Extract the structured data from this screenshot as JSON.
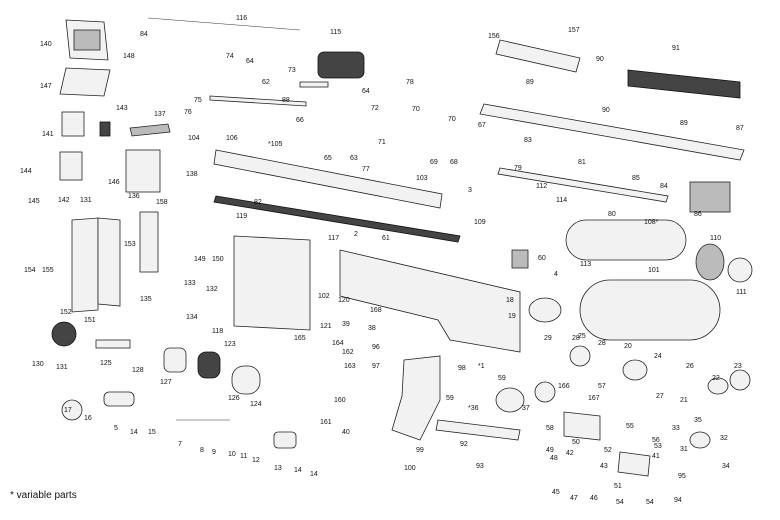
{
  "footnote": "* variable parts",
  "parts": [
    {
      "id": "p140",
      "label": "140"
    },
    {
      "id": "p148",
      "label": "148"
    },
    {
      "id": "p147",
      "label": "147"
    },
    {
      "id": "p143",
      "label": "143"
    },
    {
      "id": "p141",
      "label": "141"
    },
    {
      "id": "p144",
      "label": "144"
    },
    {
      "id": "p145",
      "label": "145"
    },
    {
      "id": "p142",
      "label": "142"
    },
    {
      "id": "p146",
      "label": "146"
    },
    {
      "id": "p137",
      "label": "137"
    },
    {
      "id": "p138",
      "label": "138"
    },
    {
      "id": "p136",
      "label": "136"
    },
    {
      "id": "p131a",
      "label": "131"
    },
    {
      "id": "p158",
      "label": "158"
    },
    {
      "id": "p153",
      "label": "153"
    },
    {
      "id": "p154",
      "label": "154"
    },
    {
      "id": "p155",
      "label": "155"
    },
    {
      "id": "p152",
      "label": "152"
    },
    {
      "id": "p151",
      "label": "151"
    },
    {
      "id": "p130",
      "label": "130"
    },
    {
      "id": "p131b",
      "label": "131"
    },
    {
      "id": "p84a",
      "label": "84"
    },
    {
      "id": "p116",
      "label": "116"
    },
    {
      "id": "p74",
      "label": "74"
    },
    {
      "id": "p64a",
      "label": "64"
    },
    {
      "id": "p73",
      "label": "73"
    },
    {
      "id": "p62",
      "label": "62"
    },
    {
      "id": "p115",
      "label": "115"
    },
    {
      "id": "p88",
      "label": "88"
    },
    {
      "id": "p64b",
      "label": "64"
    },
    {
      "id": "p78",
      "label": "78"
    },
    {
      "id": "p75",
      "label": "75"
    },
    {
      "id": "p76",
      "label": "76"
    },
    {
      "id": "p106",
      "label": "106"
    },
    {
      "id": "p104",
      "label": "104"
    },
    {
      "id": "p105",
      "label": "*105"
    },
    {
      "id": "p66",
      "label": "66"
    },
    {
      "id": "p65",
      "label": "65"
    },
    {
      "id": "p63",
      "label": "63"
    },
    {
      "id": "p72",
      "label": "72"
    },
    {
      "id": "p70a",
      "label": "70"
    },
    {
      "id": "p71",
      "label": "71"
    },
    {
      "id": "p70b",
      "label": "70"
    },
    {
      "id": "p69",
      "label": "69"
    },
    {
      "id": "p67",
      "label": "67"
    },
    {
      "id": "p68",
      "label": "68"
    },
    {
      "id": "p77",
      "label": "77"
    },
    {
      "id": "p103",
      "label": "103"
    },
    {
      "id": "p82",
      "label": "82"
    },
    {
      "id": "p156",
      "label": "156"
    },
    {
      "id": "p157",
      "label": "157"
    },
    {
      "id": "p90a",
      "label": "90"
    },
    {
      "id": "p91",
      "label": "91"
    },
    {
      "id": "p89a",
      "label": "89"
    },
    {
      "id": "p90b",
      "label": "90"
    },
    {
      "id": "p83",
      "label": "83"
    },
    {
      "id": "p89b",
      "label": "89"
    },
    {
      "id": "p87",
      "label": "87"
    },
    {
      "id": "p79",
      "label": "79"
    },
    {
      "id": "p81",
      "label": "81"
    },
    {
      "id": "p85",
      "label": "85"
    },
    {
      "id": "p84b",
      "label": "84"
    },
    {
      "id": "p86",
      "label": "86"
    },
    {
      "id": "p112",
      "label": "112"
    },
    {
      "id": "p3",
      "label": "3"
    },
    {
      "id": "p109",
      "label": "109"
    },
    {
      "id": "p114",
      "label": "114"
    },
    {
      "id": "p80",
      "label": "80"
    },
    {
      "id": "p108",
      "label": "108*"
    },
    {
      "id": "p110",
      "label": "110"
    },
    {
      "id": "p113",
      "label": "113"
    },
    {
      "id": "p101",
      "label": "101"
    },
    {
      "id": "p111",
      "label": "111"
    },
    {
      "id": "p119",
      "label": "119"
    },
    {
      "id": "p117",
      "label": "117"
    },
    {
      "id": "p149",
      "label": "149"
    },
    {
      "id": "p150",
      "label": "150"
    },
    {
      "id": "p2",
      "label": "2"
    },
    {
      "id": "p61",
      "label": "61"
    },
    {
      "id": "p60",
      "label": "60"
    },
    {
      "id": "p4",
      "label": "4"
    },
    {
      "id": "p19",
      "label": "19"
    },
    {
      "id": "p18",
      "label": "18"
    },
    {
      "id": "p133",
      "label": "133"
    },
    {
      "id": "p132",
      "label": "132"
    },
    {
      "id": "p135",
      "label": "135"
    },
    {
      "id": "p134",
      "label": "134"
    },
    {
      "id": "p102",
      "label": "102"
    },
    {
      "id": "p120",
      "label": "120"
    },
    {
      "id": "p168",
      "label": "168"
    },
    {
      "id": "p118",
      "label": "118"
    },
    {
      "id": "p121",
      "label": "121"
    },
    {
      "id": "p39",
      "label": "39"
    },
    {
      "id": "p38",
      "label": "38"
    },
    {
      "id": "p96",
      "label": "96"
    },
    {
      "id": "p97",
      "label": "97"
    },
    {
      "id": "p125",
      "label": "125"
    },
    {
      "id": "p123",
      "label": "123"
    },
    {
      "id": "p165",
      "label": "165"
    },
    {
      "id": "p164",
      "label": "164"
    },
    {
      "id": "p162",
      "label": "162"
    },
    {
      "id": "p163",
      "label": "163"
    },
    {
      "id": "p128",
      "label": "128"
    },
    {
      "id": "p127",
      "label": "127"
    },
    {
      "id": "p126",
      "label": "126"
    },
    {
      "id": "p124",
      "label": "124"
    },
    {
      "id": "p160",
      "label": "160"
    },
    {
      "id": "p161",
      "label": "161"
    },
    {
      "id": "p40",
      "label": "40"
    },
    {
      "id": "p98",
      "label": "98"
    },
    {
      "id": "p1",
      "label": "*1"
    },
    {
      "id": "p59a",
      "label": "59"
    },
    {
      "id": "p59b",
      "label": "59"
    },
    {
      "id": "p36",
      "label": "*36"
    },
    {
      "id": "p37",
      "label": "37"
    },
    {
      "id": "p166",
      "label": "166"
    },
    {
      "id": "p29",
      "label": "29"
    },
    {
      "id": "p25",
      "label": "25"
    },
    {
      "id": "p28a",
      "label": "28"
    },
    {
      "id": "p28b",
      "label": "28"
    },
    {
      "id": "p20",
      "label": "20"
    },
    {
      "id": "p24",
      "label": "24"
    },
    {
      "id": "p26",
      "label": "26"
    },
    {
      "id": "p27",
      "label": "27"
    },
    {
      "id": "p21",
      "label": "21"
    },
    {
      "id": "p22",
      "label": "22"
    },
    {
      "id": "p23",
      "label": "23"
    },
    {
      "id": "p57",
      "label": "57"
    },
    {
      "id": "p167",
      "label": "167"
    },
    {
      "id": "p58",
      "label": "58"
    },
    {
      "id": "p55",
      "label": "55"
    },
    {
      "id": "p56",
      "label": "56"
    },
    {
      "id": "p50",
      "label": "50"
    },
    {
      "id": "p49",
      "label": "49"
    },
    {
      "id": "p42",
      "label": "42"
    },
    {
      "id": "p52",
      "label": "52"
    },
    {
      "id": "p53",
      "label": "53"
    },
    {
      "id": "p41",
      "label": "41"
    },
    {
      "id": "p43",
      "label": "43"
    },
    {
      "id": "p48",
      "label": "48"
    },
    {
      "id": "p45",
      "label": "45"
    },
    {
      "id": "p47",
      "label": "47"
    },
    {
      "id": "p46",
      "label": "46"
    },
    {
      "id": "p51",
      "label": "51"
    },
    {
      "id": "p54a",
      "label": "54"
    },
    {
      "id": "p54b",
      "label": "54"
    },
    {
      "id": "p33",
      "label": "33"
    },
    {
      "id": "p35",
      "label": "35"
    },
    {
      "id": "p32",
      "label": "32"
    },
    {
      "id": "p31",
      "label": "31"
    },
    {
      "id": "p34",
      "label": "34"
    },
    {
      "id": "p95",
      "label": "95"
    },
    {
      "id": "p94",
      "label": "94"
    },
    {
      "id": "p92",
      "label": "92"
    },
    {
      "id": "p93",
      "label": "93"
    },
    {
      "id": "p99",
      "label": "99"
    },
    {
      "id": "p100",
      "label": "100"
    },
    {
      "id": "p17",
      "label": "17"
    },
    {
      "id": "p16",
      "label": "16"
    },
    {
      "id": "p5",
      "label": "5"
    },
    {
      "id": "p14a",
      "label": "14"
    },
    {
      "id": "p15",
      "label": "15"
    },
    {
      "id": "p7",
      "label": "7"
    },
    {
      "id": "p8",
      "label": "8"
    },
    {
      "id": "p9",
      "label": "9"
    },
    {
      "id": "p10",
      "label": "10"
    },
    {
      "id": "p11",
      "label": "11"
    },
    {
      "id": "p12",
      "label": "12"
    },
    {
      "id": "p13",
      "label": "13"
    },
    {
      "id": "p14b",
      "label": "14"
    },
    {
      "id": "p14c",
      "label": "14"
    }
  ]
}
